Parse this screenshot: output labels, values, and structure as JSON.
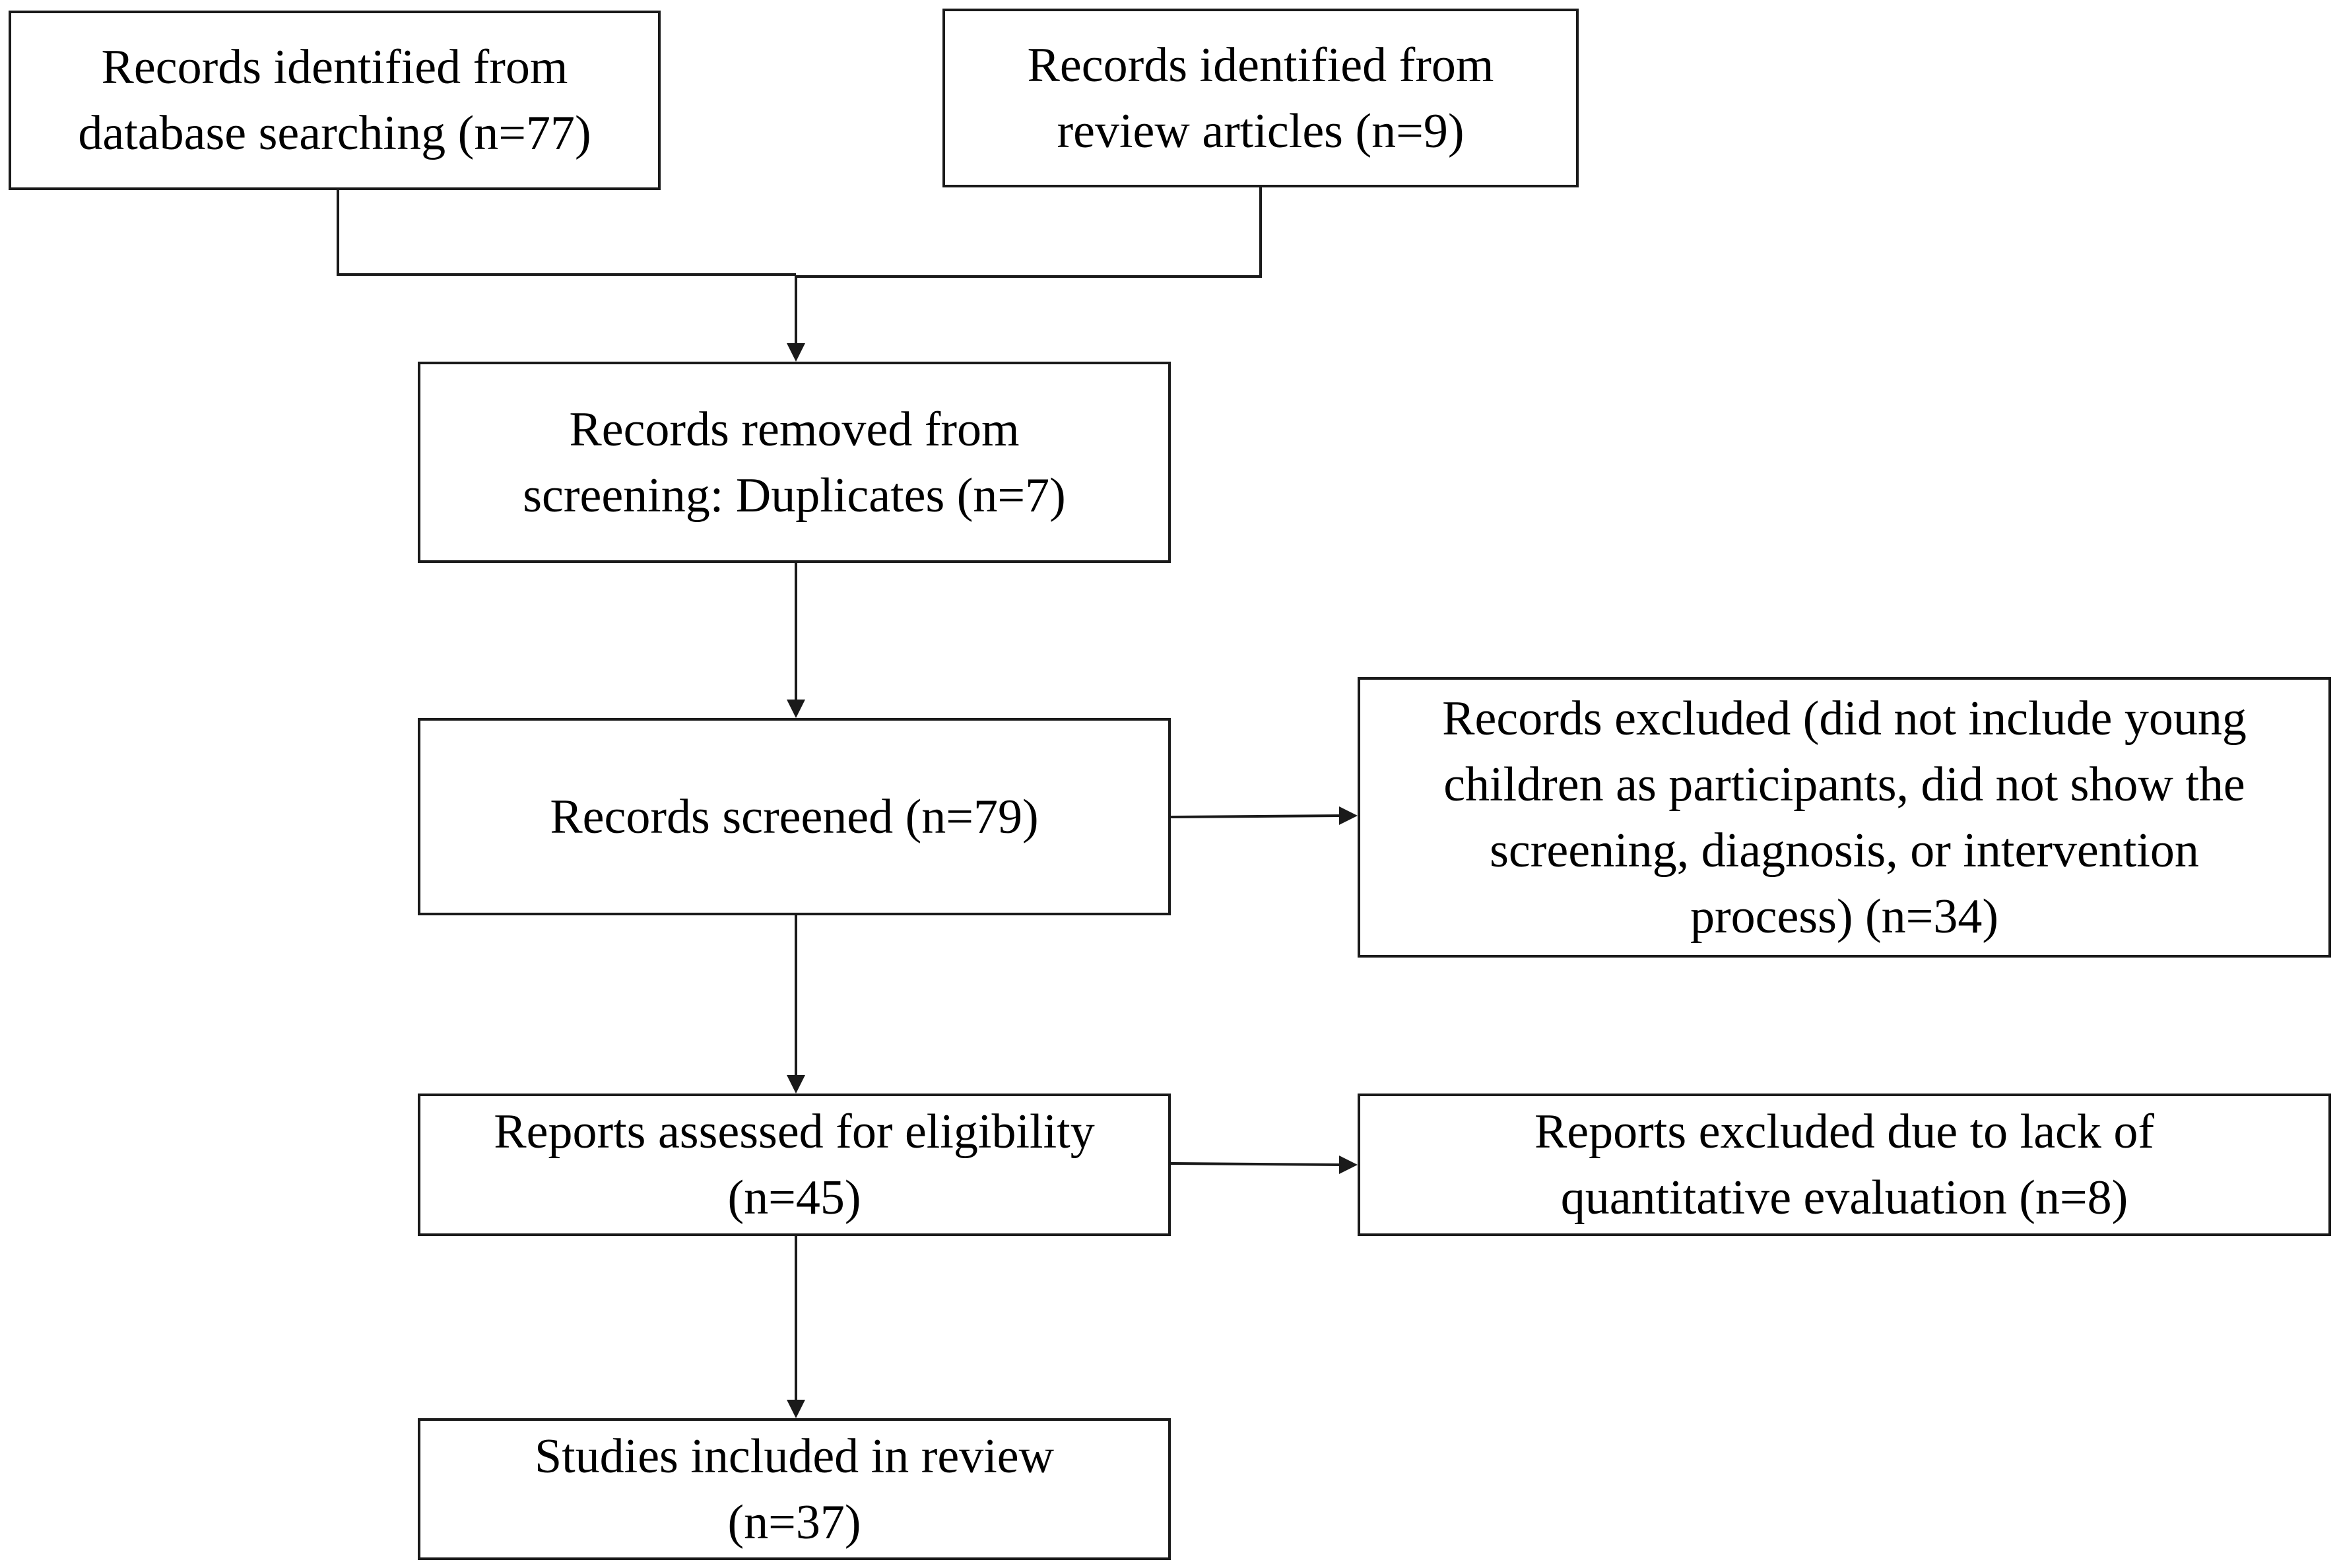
{
  "flowchart": {
    "nodes": [
      {
        "id": "db",
        "lines": [
          "Records identified from",
          "database searching (n=77)"
        ]
      },
      {
        "id": "rev",
        "lines": [
          "Records identified from",
          "review articles (n=9)"
        ]
      },
      {
        "id": "dup",
        "lines": [
          "Records removed from",
          "screening: Duplicates (n=7)"
        ]
      },
      {
        "id": "scr",
        "lines": [
          "Records screened (n=79)"
        ]
      },
      {
        "id": "recexc",
        "lines": [
          "Records excluded (did not include young",
          "children as participants, did not show the",
          "screening, diagnosis, or intervention",
          "process) (n=34)"
        ]
      },
      {
        "id": "elig",
        "lines": [
          "Reports assessed for eligibility",
          "(n=45)"
        ]
      },
      {
        "id": "repexc",
        "lines": [
          "Reports excluded due to lack of",
          "quantitative evaluation (n=8)"
        ]
      },
      {
        "id": "incl",
        "lines": [
          "Studies included in review",
          "(n=37)"
        ]
      }
    ],
    "edges": [
      {
        "from": "db",
        "to": "dup"
      },
      {
        "from": "rev",
        "to": "dup"
      },
      {
        "from": "dup",
        "to": "scr"
      },
      {
        "from": "scr",
        "to": "recexc"
      },
      {
        "from": "scr",
        "to": "elig"
      },
      {
        "from": "elig",
        "to": "repexc"
      },
      {
        "from": "elig",
        "to": "incl"
      }
    ]
  }
}
